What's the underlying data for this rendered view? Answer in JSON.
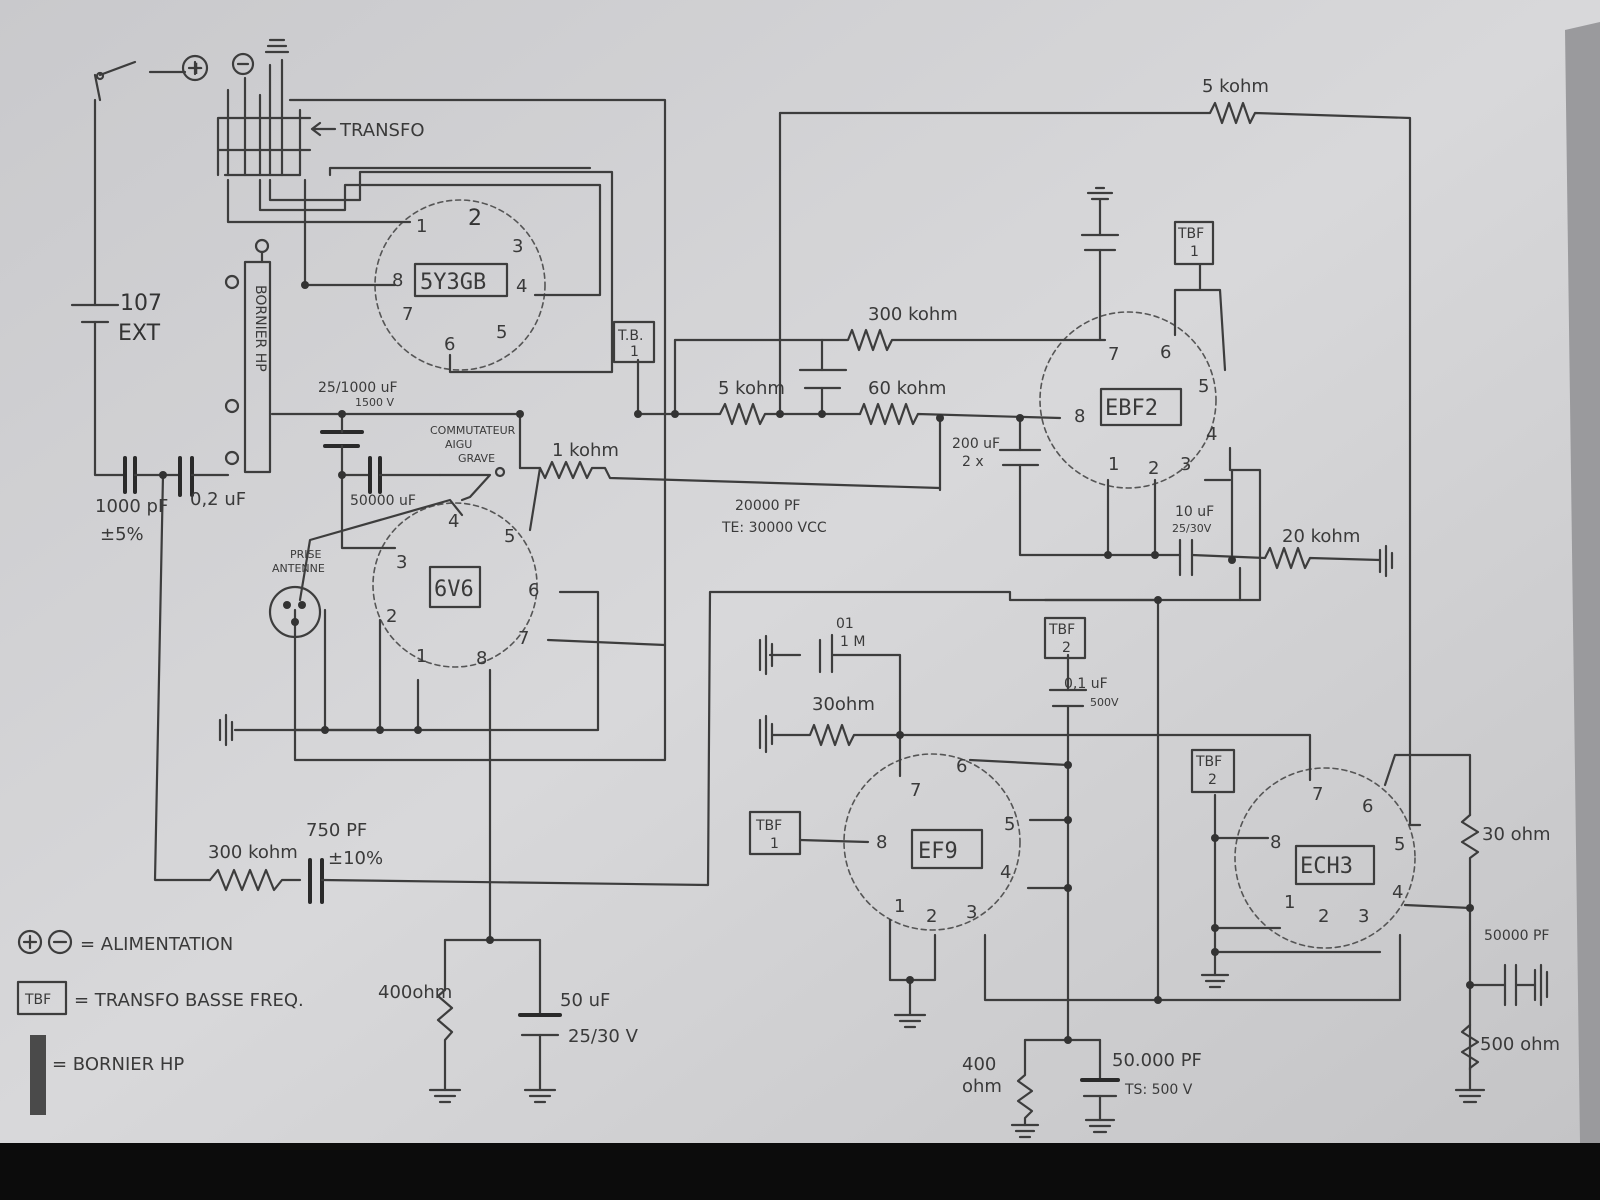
{
  "schematic": {
    "tubes": [
      {
        "name": "5Y3GB",
        "pins": [
          "1",
          "2",
          "3",
          "4",
          "5",
          "6",
          "7",
          "8"
        ]
      },
      {
        "name": "6V6",
        "pins": [
          "1",
          "2",
          "3",
          "4",
          "5",
          "6",
          "7",
          "8"
        ]
      },
      {
        "name": "EBF2",
        "pins": [
          "1",
          "2",
          "3",
          "4",
          "5",
          "6",
          "7",
          "8"
        ]
      },
      {
        "name": "EF9",
        "pins": [
          "1",
          "2",
          "3",
          "4",
          "5",
          "6",
          "7",
          "8"
        ]
      },
      {
        "name": "ECH3",
        "pins": [
          "1",
          "2",
          "3",
          "4",
          "5",
          "6",
          "7",
          "8"
        ]
      }
    ],
    "labels": {
      "transfo": "TRANSFO",
      "ext_voltage": "107",
      "ext_label": "EXT",
      "bornier": "BORNIER HP",
      "plus": "+",
      "minus": "−",
      "tbf": "TBF",
      "tb1": "T.B.",
      "one": "1",
      "two": "2",
      "commutateur": "COMMUTATEUR",
      "aigu": "AIGU",
      "grave": "GRAVE",
      "prise": "PRISE",
      "antenne": "ANTENNE"
    },
    "components": {
      "r_5k_top": "5 kohm",
      "r_300k": "300 kohm",
      "r_60k": "60 kohm",
      "r_5k_mid": "5 kohm",
      "r_1k": "1 kohm",
      "r_20k": "20 kohm",
      "r_30_ef9": "30ohm",
      "r_300k_bottom": "300 kohm",
      "r_400_6v6": "400ohm",
      "r_400_ef9": "400",
      "r_400_ef9_unit": "ohm",
      "r_30_ech3": "30 ohm",
      "r_500_ech3": "500 ohm",
      "c_25_1000": "25/1000 uF",
      "c_25_1000_v": "1500 V",
      "c_50000uf": "50000 uF",
      "c_1000pf": "1000 pF",
      "c_1000pf_tol": "±5%",
      "c_02uf": "0,2 uF",
      "c_20000pf": "20000 PF",
      "c_20000pf_v": "TE: 30000 VCC",
      "c_200uf": "200 uF",
      "c_200uf_x": "2 x",
      "c_10uf": "10 uF",
      "c_10uf_v": "25/30V",
      "c_01_1": "01",
      "c_01_2": "1 M",
      "c_01uf": "0,1 uF",
      "c_01uf_v": "500V",
      "c_750pf": "750 PF",
      "c_750pf_tol": "±10%",
      "c_50uf": "50 uF",
      "c_50uf_v": "25/30 V",
      "c_50000pf_ef9": "50.000 PF",
      "c_50000pf_ef9_v": "TS: 500 V",
      "c_50000pf_ech3": "50000 PF"
    },
    "legend": {
      "power": "= ALIMENTATION",
      "tbf": "= TRANSFO BASSE FREQ.",
      "bornier": "= BORNIER HP"
    }
  }
}
